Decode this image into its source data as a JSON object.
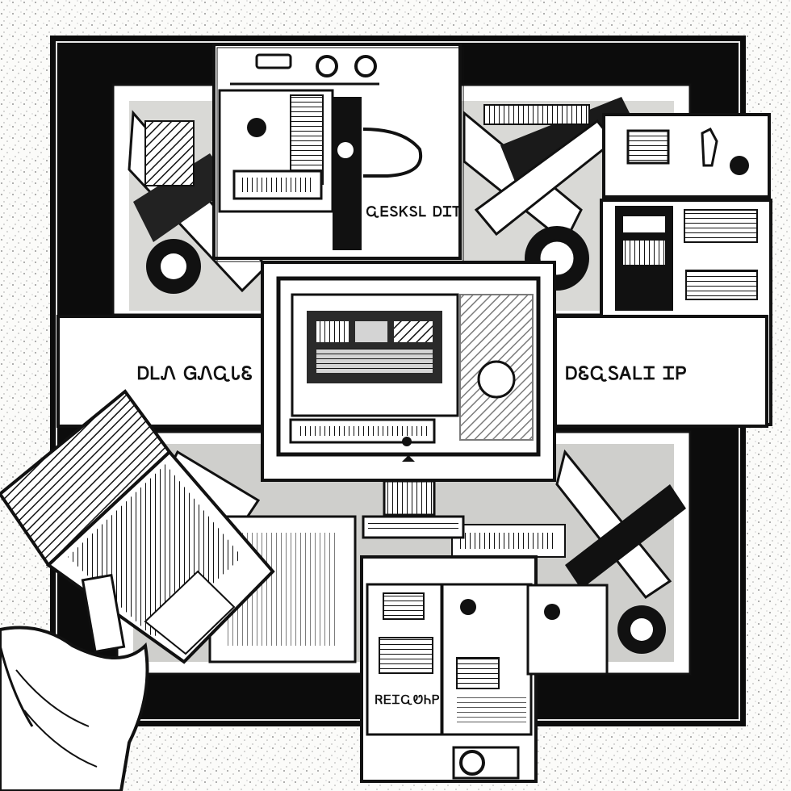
{
  "labels": {
    "top_panel": "ᏩᎬᏚᏦᏚᏞ ᎠᏆᎢ",
    "left_panel": "ᎠᏞᏁ ᏀᏁᏩᏓᏋ",
    "right_panel": "ᎠᏋᏩᏚᎪᏞᏆ ᏆᏢ",
    "phone": "ᏒᎬᏆᏩᏬᏂᏢ"
  },
  "colors": {
    "ink": "#111111",
    "paper": "#fbfbf9",
    "frame": "#0c0c0c"
  }
}
